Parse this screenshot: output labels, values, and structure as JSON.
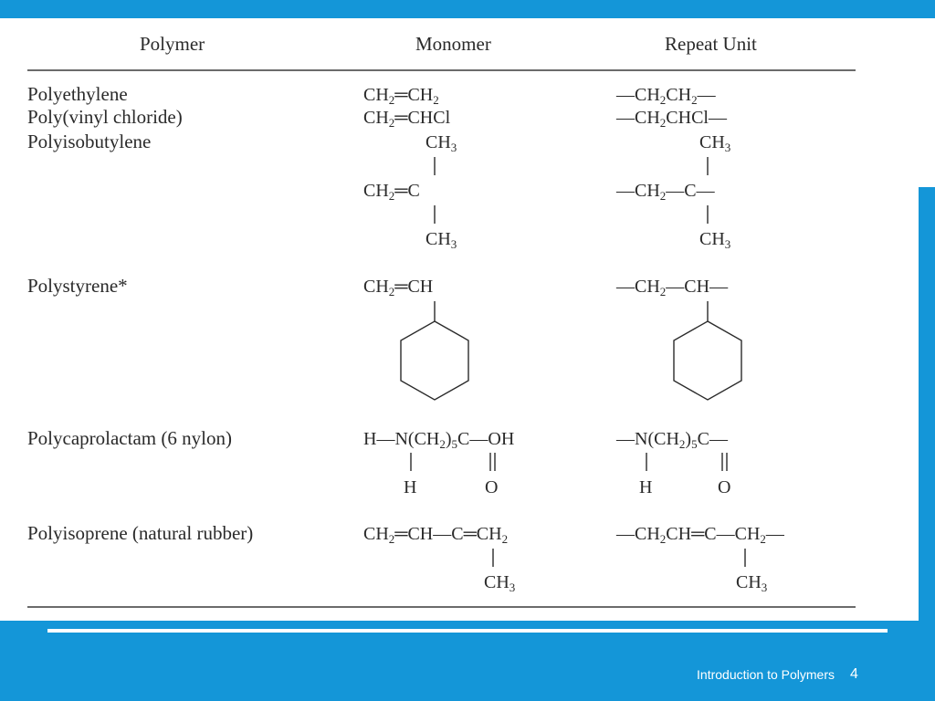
{
  "slide": {
    "footer_title": "Introduction to Polymers",
    "page_number": "4",
    "colors": {
      "background": "#1496d8",
      "scan": "#ffffff",
      "text": "#2a2a2a"
    }
  },
  "table": {
    "headers": {
      "polymer": "Polymer",
      "monomer": "Monomer",
      "repeat_unit": "Repeat Unit"
    },
    "rows": [
      {
        "polymer": "Polyethylene",
        "monomer": "CH2=CH2",
        "repeat_unit": "—CH2CH2—"
      },
      {
        "polymer": "Poly(vinyl chloride)",
        "monomer": "CH2=CHCl",
        "repeat_unit": "—CH2CHCl—"
      },
      {
        "polymer": "Polyisobutylene",
        "monomer": "CH2=C(CH3)2",
        "repeat_unit": "—CH2—C(CH3)2—"
      },
      {
        "polymer": "Polystyrene*",
        "monomer": "CH2=CH(C6H5)",
        "repeat_unit": "—CH2—CH(C6H5)—"
      },
      {
        "polymer": "Polycaprolactam (6 nylon)",
        "monomer": "H—N(CH2)5C—OH",
        "repeat_unit": "—N(CH2)5C—"
      },
      {
        "polymer": "Polyisoprene (natural rubber)",
        "monomer": "CH2=CH—C=CH2",
        "repeat_unit": "—CH2CH=C—CH2—"
      }
    ]
  },
  "chem": {
    "ch2": "CH",
    "ch3": "CH",
    "sub2": "2",
    "sub3": "3",
    "sub5": "5",
    "c": "C",
    "h": "H",
    "o": "O",
    "cl": "Cl",
    "oh": "OH",
    "n": "N",
    "dash": "—",
    "dbl": "═",
    "paren_open": "(",
    "paren_close": ")"
  }
}
